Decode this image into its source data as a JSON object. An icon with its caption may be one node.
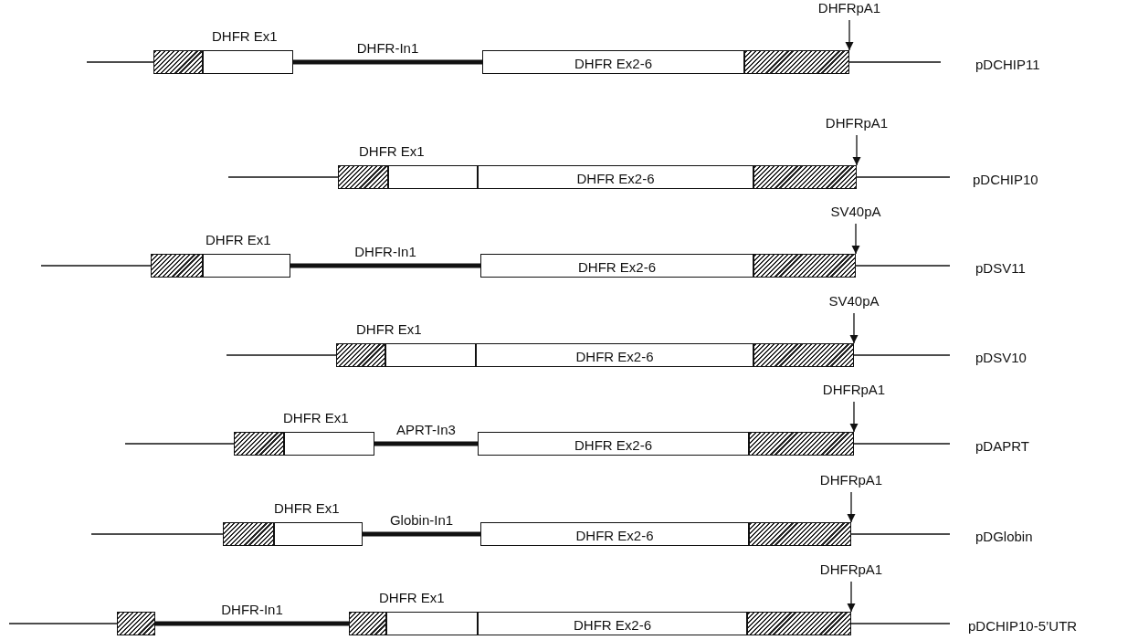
{
  "diagram": {
    "nodes": [
      {
        "text": [
          "DHFRpA1"
        ]
      },
      {
        "text": [],
        "shape": "box"
      },
      {
        "text": [
          "DHFR Ex1"
        ]
      },
      {
        "text": [
          "DHFR Ex2-6"
        ]
      },
      {
        "text": [],
        "shape": "box"
      },
      {
        "text": [
          "DHFRpA1"
        ]
      },
      {
        "text": [],
        "shape": "box"
      },
      {
        "text": [
          "DHFR Ex1"
        ]
      },
      {
        "text": [
          "DHFR Ex2-6"
        ]
      },
      {
        "text": [],
        "shape": "box"
      },
      {
        "text": [
          "SV40pA"
        ]
      },
      {
        "text": [],
        "shape": "box"
      },
      {
        "text": [
          "DHFR Ex1"
        ]
      },
      {
        "text": [
          "DHFR Ex2-6"
        ]
      },
      {
        "text": [],
        "shape": "box"
      },
      {
        "text": [
          "SV40pA"
        ]
      },
      {
        "text": [],
        "shape": "box"
      },
      {
        "text": [
          "DHFR Ex1"
        ]
      },
      {
        "text": [
          "DHFR Ex2-6"
        ]
      },
      {
        "text": [],
        "shape": "box"
      },
      {
        "text": [
          "DHFRpA1"
        ]
      },
      {
        "text": [],
        "shape": "box"
      },
      {
        "text": [
          "DHFR Ex1"
        ]
      },
      {
        "text": [
          "DHFR Ex2-6"
        ]
      },
      {
        "text": [],
        "shape": "box"
      },
      {
        "text": [
          "DHFRpA1"
        ]
      },
      {
        "text": [],
        "shape": "box"
      },
      {
        "text": [
          "DHFR Ex1"
        ]
      },
      {
        "text": [
          "DHFR Ex2-6"
        ]
      },
      {
        "text": [],
        "shape": "box"
      },
      {
        "text": [
          "DHFRpA1"
        ]
      },
      {
        "text": [],
        "shape": "box"
      },
      {
        "text": [],
        "shape": "box"
      },
      {
        "text": [
          "DHFR Ex1"
        ]
      },
      {
        "text": [
          "DHFR Ex2-6"
        ]
      },
      {
        "text": [],
        "shape": "box"
      }
    ],
    "edges": [
      {
        "from": 2,
        "to": 3,
        "arrow": "none",
        "label": "DHFR-In1",
        "style": "thick"
      },
      {
        "from": 0,
        "to": 4,
        "arrow": "to"
      },
      {
        "from": 5,
        "to": 9,
        "arrow": "to"
      },
      {
        "from": 12,
        "to": 13,
        "arrow": "none",
        "label": "DHFR-In1",
        "style": "thick"
      },
      {
        "from": 10,
        "to": 14,
        "arrow": "to"
      },
      {
        "from": 15,
        "to": 19,
        "arrow": "to"
      },
      {
        "from": 22,
        "to": 23,
        "arrow": "none",
        "label": "APRT-In3",
        "style": "thick"
      },
      {
        "from": 20,
        "to": 24,
        "arrow": "to"
      },
      {
        "from": 27,
        "to": 28,
        "arrow": "none",
        "label": "Globin-In1",
        "style": "thick"
      },
      {
        "from": 25,
        "to": 29,
        "arrow": "to"
      },
      {
        "from": 31,
        "to": 32,
        "arrow": "none",
        "label": "DHFR-In1",
        "style": "thick"
      },
      {
        "from": 30,
        "to": 35,
        "arrow": "to"
      }
    ],
    "labels": [
      "pDCHIP11",
      "pDCHIP10",
      "pDSV11",
      "pDSV10",
      "pDAPRT",
      "pDGlobin",
      "pDCHIP10-5’UTR"
    ]
  }
}
